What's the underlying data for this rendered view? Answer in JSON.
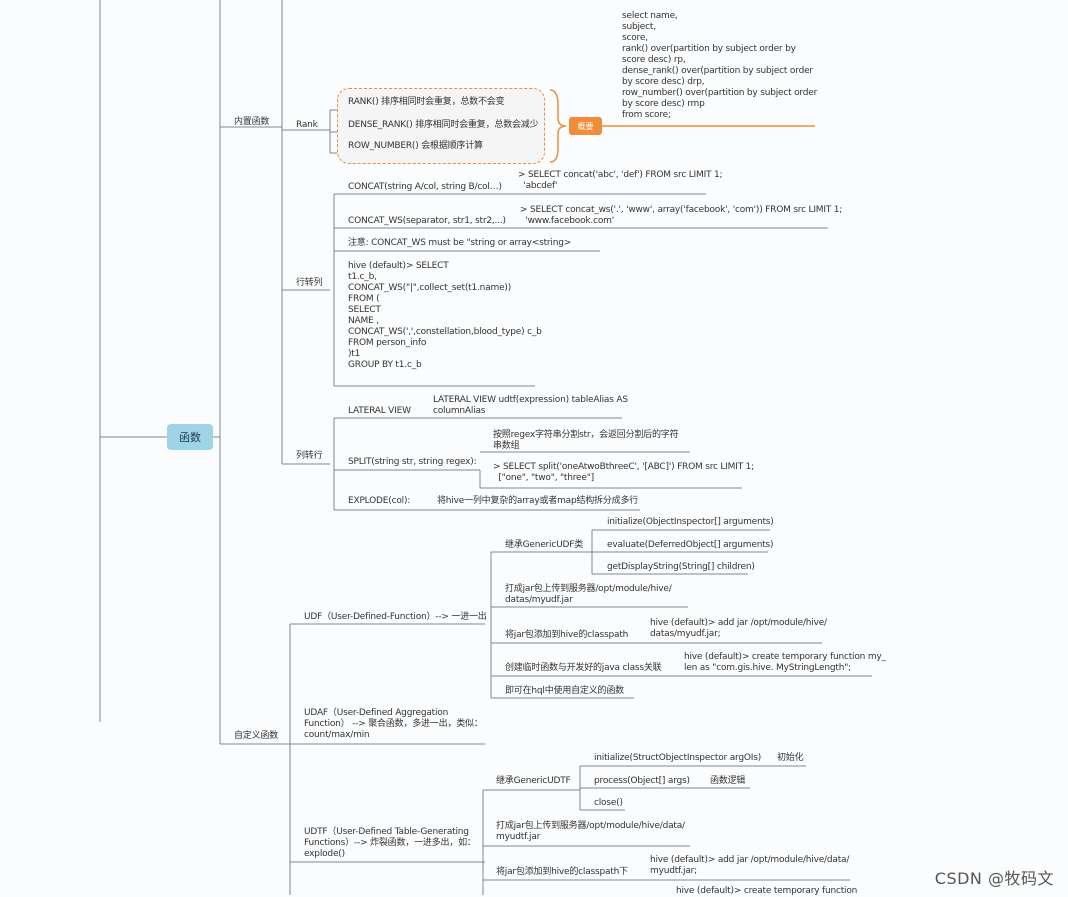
{
  "root": {
    "label": "函数"
  },
  "summary_tag": {
    "label": "概要"
  },
  "watermark": "CSDN @牧码文",
  "texts": [
    "内置函数",
    "Rank",
    "RANK() 排序相同时会重复，总数不会变",
    "DENSE_RANK() 排序相同时会重复，总数会减少",
    "ROW_NUMBER() 会根据顺序计算",
    "select name,\nsubject,\nscore,\nrank() over(partition by subject order by\nscore desc) rp,\ndense_rank() over(partition by subject order\nby score desc) drp,\nrow_number() over(partition by subject order\nby score desc) rmp\nfrom score;",
    "行转列",
    "CONCAT(string A/col, string B/col…)",
    "> SELECT concat('abc', 'def') FROM src LIMIT 1;\n  'abcdef'",
    "CONCAT_WS(separator, str1, str2,...)",
    "> SELECT concat_ws('.', 'www', array('facebook', 'com')) FROM src LIMIT 1;\n  'www.facebook.com'",
    "注意: CONCAT_WS must be \"string or array<string>",
    "hive (default)> SELECT\nt1.c_b,\nCONCAT_WS(\"|\",collect_set(t1.name))\nFROM (\nSELECT\nNAME ,\nCONCAT_WS(',',constellation,blood_type) c_b\nFROM person_info\n)t1\nGROUP BY t1.c_b",
    "列转行",
    "LATERAL VIEW",
    "LATERAL VIEW udtf(expression) tableAlias AS\ncolumnAlias",
    "SPLIT(string str, string regex):",
    "按照regex字符串分割str，会返回分割后的字符\n串数组",
    "> SELECT split('oneAtwoBthreeC', '[ABC]') FROM src LIMIT 1;\n  [\"one\", \"two\", \"three\"]",
    "EXPLODE(col):",
    "将hive一列中复杂的array或者map结构拆分成多行",
    "自定义函数",
    "UDF（User-Defined-Function）--> 一进一出",
    "继承GenericUDF类",
    "initialize(ObjectInspector[] arguments)",
    "evaluate(DeferredObject[] arguments)",
    "getDisplayString(String[] children)",
    "打成jar包上传到服务器/opt/module/hive/\ndatas/myudf.jar",
    "将jar包添加到hive的classpath",
    "hive (default)> add jar /opt/module/hive/\ndatas/myudf.jar;",
    "创建临时函数与开发好的java class关联",
    "hive (default)> create temporary function my_\nlen as \"com.gis.hive. MyStringLength\";",
    "即可在hql中使用自定义的函数",
    "UDAF（User-Defined Aggregation\nFunction） --> 聚合函数，多进一出，类似：\ncount/max/min",
    "UDTF（User-Defined Table-Generating\nFunctions）--> 炸裂函数，一进多出，如：\nexplode()",
    "继承GenericUDTF",
    "initialize(StructObjectInspector argOIs)",
    "初始化",
    "process(Object[] args)",
    "函数逻辑",
    "close()",
    "打成jar包上传到服务器/opt/module/hive/data/\nmyudtf.jar",
    "将jar包添加到hive的classpath下",
    "hive (default)> add jar /opt/module/hive/data/\nmyudtf.jar;",
    "hive (default)> create temporary function"
  ]
}
